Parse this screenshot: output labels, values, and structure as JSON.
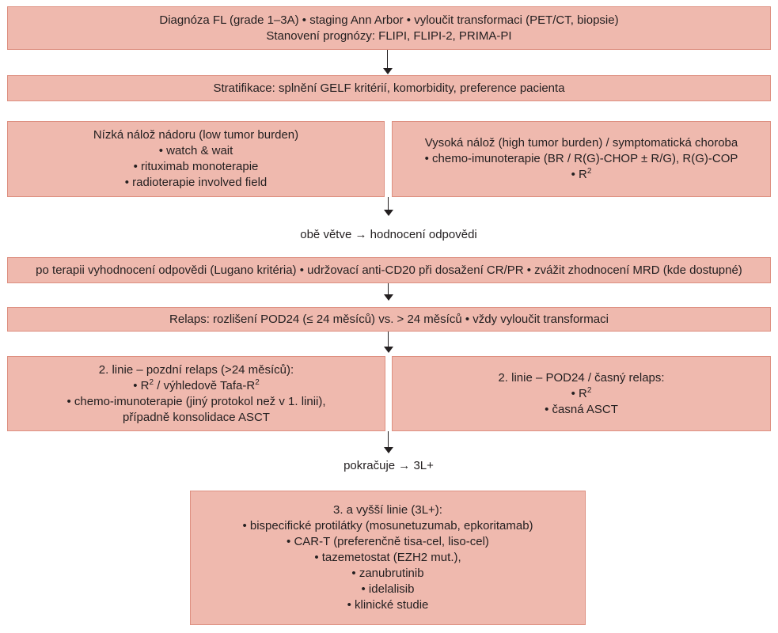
{
  "steps": {
    "diagnosis": {
      "line1": "Diagnóza FL (grade 1–3A) • staging Ann Arbor • vyloučit transformaci (PET/CT, biopsie)",
      "line2": "Stanovení prognózy: FLIPI, FLIPI-2, PRIMA-PI"
    },
    "stratification": "Stratifikace: splnění GELF kritérií, komorbidity, preference pacienta",
    "low_burden": {
      "title": "Nízká nálož nádoru (low tumor burden)",
      "items": [
        "• watch & wait",
        "• rituximab monoterapie",
        "• radioterapie involved field"
      ]
    },
    "high_burden": {
      "title": "Vysoká nálož (high tumor burden) / symptomatická choroba",
      "items": [
        "• chemo-imunoterapie (BR / R(G)-CHOP ± R/G), R(G)-COP",
        "• R"
      ],
      "sup": "2"
    },
    "both_branches": "obě větve → hodnocení odpovědi",
    "response": "po terapii vyhodnocení odpovědi (Lugano kritéria) • udržovací anti-CD20 při dosažení CR/PR • zvážit zhodnocení MRD (kde dostupné)",
    "relapse": "Relaps: rozlišení POD24 (≤ 24 měsíců) vs. > 24 měsíců • vždy vyloučit transformaci",
    "late_relapse": {
      "title": "2. linie – pozdní relaps (>24 měsíců):",
      "r2_prefix": "• R",
      "r2_middle": " / výhledově Tafa-R",
      "sup": "2",
      "items": [
        "• chemo-imunoterapie (jiný protokol než v 1. linii),",
        "případně konsolidace ASCT"
      ]
    },
    "early_relapse": {
      "title": "2. linie – POD24 / časný relaps:",
      "r2_prefix": "• R",
      "sup": "2",
      "item": "• časná ASCT"
    },
    "continues": "pokračuje → 3L+",
    "third_line": {
      "title": "3. a vyšší linie (3L+):",
      "items": [
        "• bispecifické protilátky (mosunetuzumab, epkoritamab)",
        "• CAR-T (preferenčně tisa-cel, liso-cel)",
        "• tazemetostat (EZH2 mut.),",
        "• zanubrutinib",
        "• idelalisib",
        "• klinické studie"
      ]
    }
  }
}
